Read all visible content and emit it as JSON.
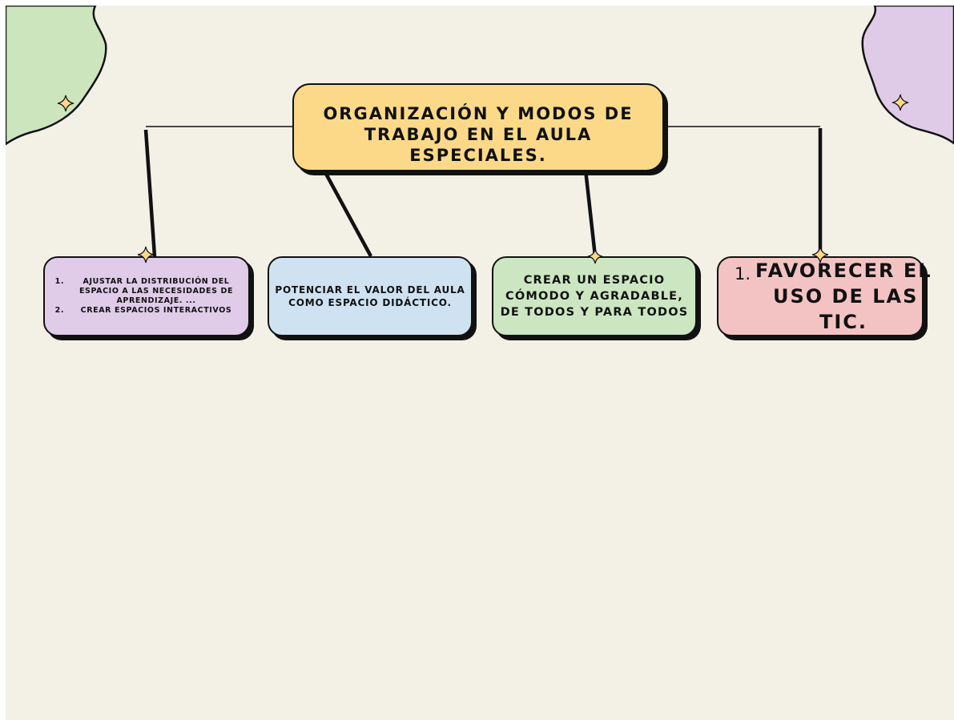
{
  "diagram": {
    "title": "ORGANIZACIÓN Y MODOS DE TRABAJO EN EL AULA ESPECIALES.",
    "branches": [
      {
        "items": [
          "AJUSTAR LA DISTRIBUCIÓN DEL ESPACIO A LAS NECESIDADES DE APRENDIZAJE. ...",
          "CREAR ESPACIOS INTERACTIVOS"
        ],
        "color": "#e0cbe9"
      },
      {
        "text": "POTENCIAR EL VALOR DEL AULA COMO ESPACIO DIDÁCTICO.",
        "color": "#cfe2f1"
      },
      {
        "text": "CREAR UN ESPACIO CÓMODO Y AGRADABLE, DE TODOS Y PARA TODOS",
        "color": "#cce6c1"
      },
      {
        "number": "1.",
        "line1": "FAVORECER EL",
        "line2": "USO DE LAS",
        "line3": "TIC.",
        "color": "#f3c3c3"
      }
    ]
  },
  "colors": {
    "background": "#f3f0e6",
    "title_box": "#fbd989",
    "corner_left": "#cde5bd",
    "corner_right": "#dfcbe8",
    "sparkle": "#fbd989",
    "outline": "#111111"
  },
  "icons": [
    "sparkle-icon",
    "blob-decoration"
  ]
}
